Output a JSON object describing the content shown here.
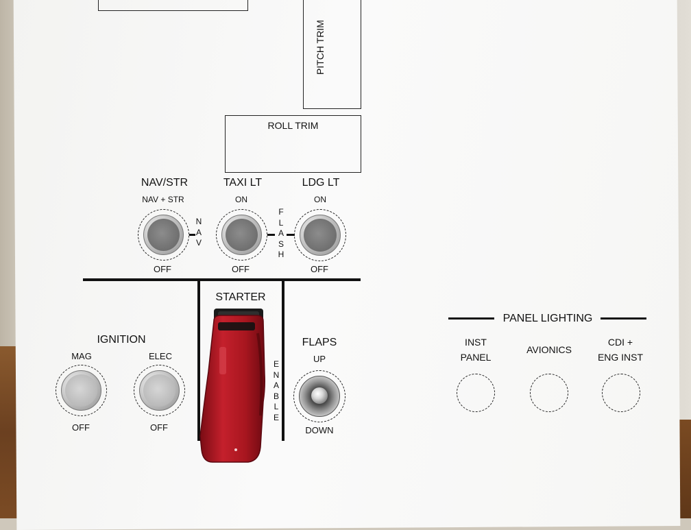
{
  "trim": {
    "pitch": "PITCH TRIM",
    "roll": "ROLL TRIM"
  },
  "lights": {
    "nav_str": {
      "title": "NAV/STR",
      "on": "NAV + STR",
      "off": "OFF",
      "side": "NAV"
    },
    "taxi": {
      "title": "TAXI LT",
      "on": "ON",
      "off": "OFF",
      "side": "FLASH"
    },
    "ldg": {
      "title": "LDG LT",
      "on": "ON",
      "off": "OFF"
    }
  },
  "ignition": {
    "title": "IGNITION",
    "mag": "MAG",
    "elec": "ELEC",
    "mag_off": "OFF",
    "elec_off": "OFF"
  },
  "starter": {
    "title": "STARTER",
    "side": "ENABLE"
  },
  "flaps": {
    "title": "FLAPS",
    "up": "UP",
    "down": "DOWN"
  },
  "panel_lighting": {
    "title": "PANEL LIGHTING",
    "inst_line1": "INST",
    "inst_line2": "PANEL",
    "avionics": "AVIONICS",
    "cdi_line1": "CDI +",
    "cdi_line2": "ENG INST"
  },
  "colors": {
    "guard_red": "#b01622",
    "ink": "#111111",
    "paper": "#f7f7f5"
  }
}
